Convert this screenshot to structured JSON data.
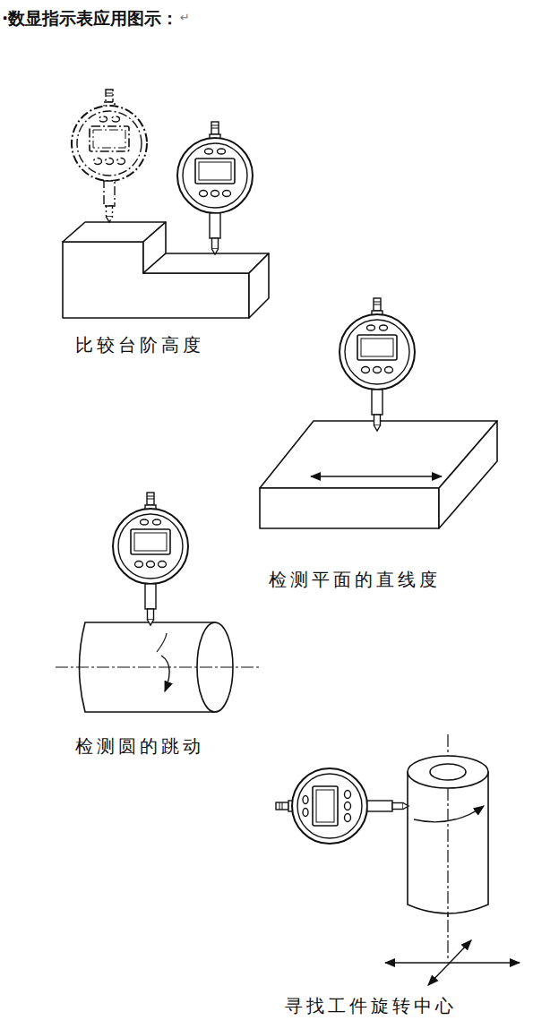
{
  "diagram": {
    "title": "·数显指示表应用图示：",
    "labels": [
      "↵",
      "比较台阶高度",
      "检测平面的直线度",
      "检测圆的跳动",
      "寻找工件旋转中心"
    ]
  }
}
